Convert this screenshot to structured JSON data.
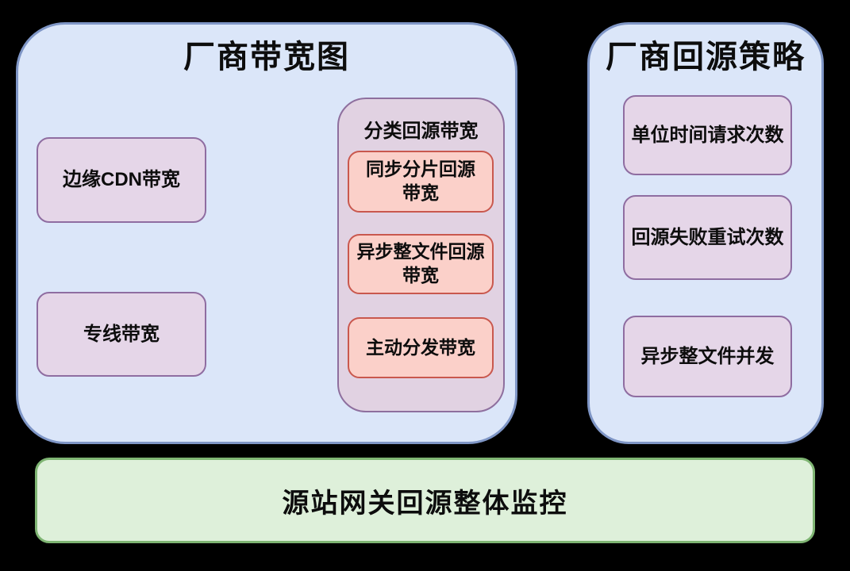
{
  "colors": {
    "background": "#000000",
    "panel_fill": "#dbe6f9",
    "panel_border": "#7f96c6",
    "purple_fill": "#e5d6e8",
    "purple_border": "#8f6da1",
    "group_fill": "#e1d2e2",
    "group_border": "#8e6f9e",
    "red_fill": "#fbd0c9",
    "red_border": "#c9584e",
    "green_fill": "#def0da",
    "green_border": "#7fb573",
    "text": "#0d0d0d"
  },
  "left_panel": {
    "title": "厂商带宽图",
    "boxes": {
      "edge_cdn": "边缘CDN带宽",
      "dedicated_line": "专线带宽"
    },
    "group": {
      "title": "分类回源带宽",
      "items": [
        "同步分片回源\n带宽",
        "异步整文件回源\n带宽",
        "主动分发带宽"
      ]
    }
  },
  "right_panel": {
    "title": "厂商回源策略",
    "boxes": [
      "单位时间请求次数",
      "回源失败重试次数",
      "异步整文件并发"
    ]
  },
  "footer": {
    "label": "源站网关回源整体监控"
  }
}
